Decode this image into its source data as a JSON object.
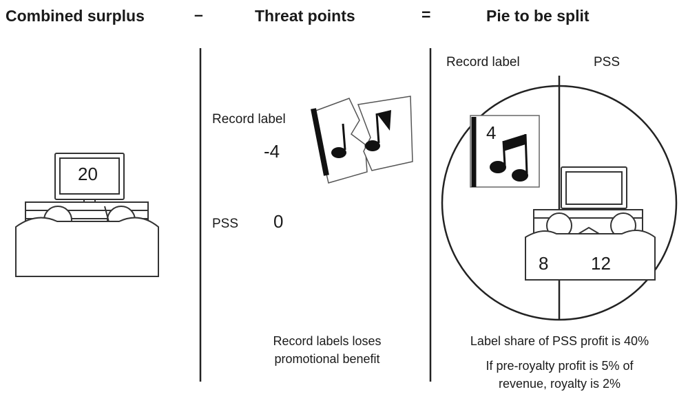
{
  "headers": {
    "combined_surplus": "Combined surplus",
    "minus": "–",
    "threat_points": "Threat points",
    "equals": "=",
    "pie": "Pie to be split"
  },
  "left_panel": {
    "monitor_value": "20"
  },
  "middle_panel": {
    "record_label": "Record label",
    "record_label_value": "-4",
    "pss": "PSS",
    "pss_value": "0",
    "note_line1": "Record labels loses",
    "note_line2": "promotional benefit"
  },
  "right_panel": {
    "record_label": "Record label",
    "pss": "PSS",
    "music_value": "4",
    "label_split": "8",
    "pss_split": "12",
    "note1": "Label share of PSS profit is 40%",
    "note2_line1": "If pre-royalty profit is 5% of",
    "note2_line2": "revenue, royalty is 2%"
  }
}
